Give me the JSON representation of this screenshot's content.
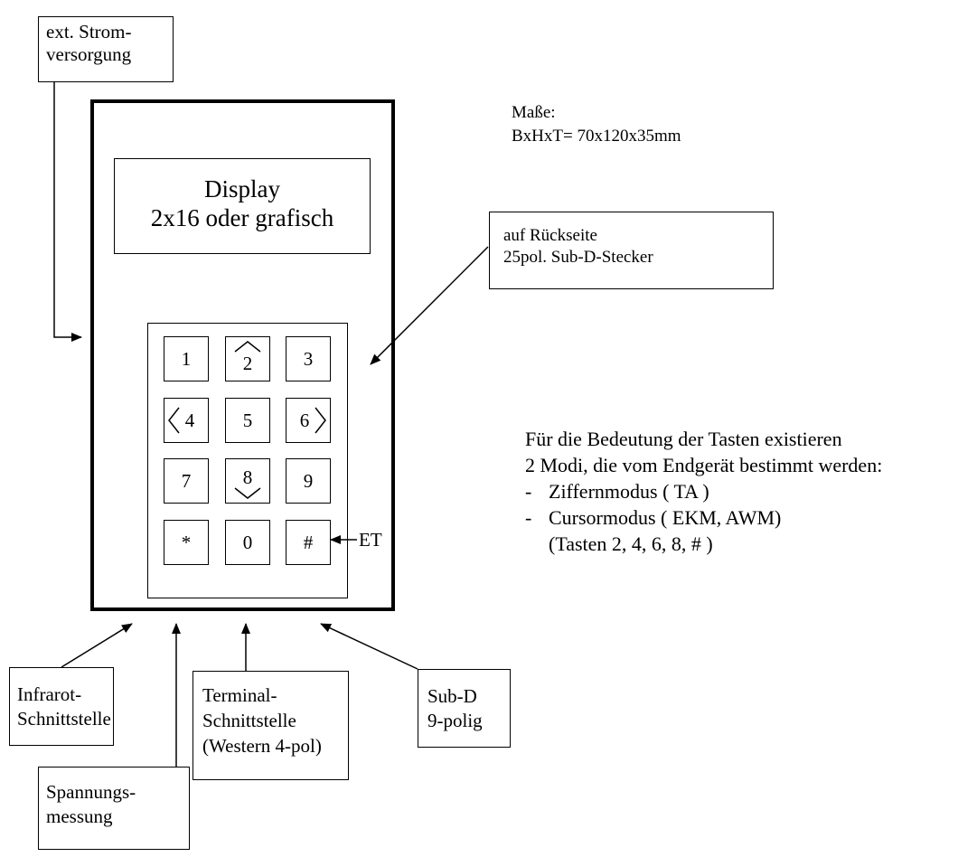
{
  "labels": {
    "power": [
      "ext. Strom-",
      "versorgung"
    ],
    "dimensions_title": "Maße:",
    "dimensions_value": "BxHxT= 70x120x35mm",
    "display": [
      "Display",
      "2x16 oder grafisch"
    ],
    "back_connector": [
      "auf Rückseite",
      "25pol. Sub-D-Stecker"
    ],
    "et": "ET",
    "infrared": [
      "Infrarot-",
      "Schnittstelle"
    ],
    "voltage": [
      "Spannungs-",
      "messung"
    ],
    "terminal": [
      "Terminal-",
      "Schnittstelle",
      "(Western 4-pol)"
    ],
    "subd": [
      "Sub-D",
      "9-polig"
    ]
  },
  "keypad": {
    "keys": [
      "1",
      "2",
      "3",
      "4",
      "5",
      "6",
      "7",
      "8",
      "9",
      "*",
      "0",
      "#"
    ]
  },
  "description": {
    "line1": "Für die Bedeutung der Tasten existieren",
    "line2": "2 Modi, die vom Endgerät bestimmt werden:",
    "modes": [
      {
        "dash": "-",
        "text": "Ziffernmodus ( TA )"
      },
      {
        "dash": "-",
        "text": "Cursormodus ( EKM, AWM)"
      }
    ],
    "keys_note": "(Tasten 2, 4, 6, 8, # )"
  }
}
